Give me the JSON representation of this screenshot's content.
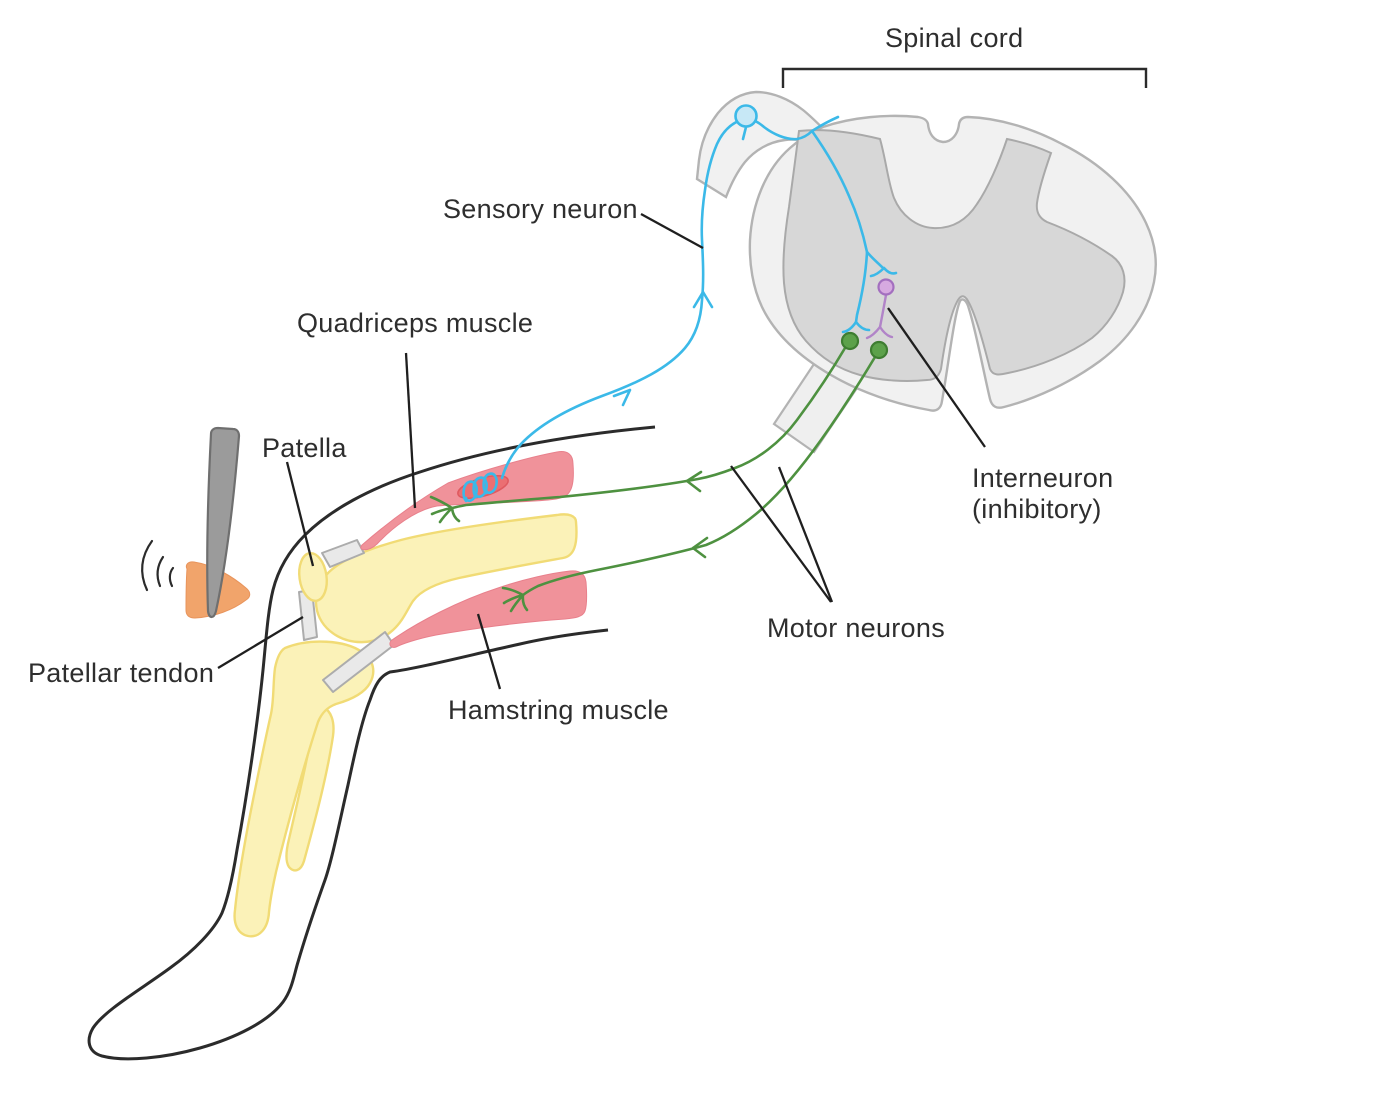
{
  "diagram": {
    "title_region": "patellar reflex arc",
    "labels": {
      "spinal_cord": "Spinal cord",
      "sensory_neuron": "Sensory neuron",
      "quadriceps_muscle": "Quadriceps muscle",
      "patella": "Patella",
      "patellar_tendon": "Patellar tendon",
      "hamstring_muscle": "Hamstring muscle",
      "motor_neurons": "Motor neurons",
      "interneuron_line1": "Interneuron",
      "interneuron_line2": "(inhibitory)"
    },
    "colors": {
      "sensory_neuron_blue": "#3BB9E8",
      "motor_neuron_green": "#4E9140",
      "interneuron_purple": "#B184C8",
      "muscle_pink": "#F0929A",
      "muscle_spindle_red": "#EB6F72",
      "bone_yellow": "#FBF2B8",
      "tendon_gray": "#E9E9E9",
      "spinal_white_matter": "#F1F1F1",
      "spinal_gray_matter": "#D7D7D7",
      "hammer_head_orange": "#F1A46B",
      "hammer_handle_gray": "#9B9B9B",
      "outline_black": "#2B2B2B",
      "label_text": "#2E2E2E",
      "background": "#FFFFFF"
    },
    "icons": {
      "reflex_hammer": "reflex-hammer-icon",
      "motion_arcs": "tap-motion-arcs-icon",
      "muscle_spindle_coils": "spindle-coil-icon",
      "direction_arrows": "signal-direction-chevrons"
    }
  }
}
